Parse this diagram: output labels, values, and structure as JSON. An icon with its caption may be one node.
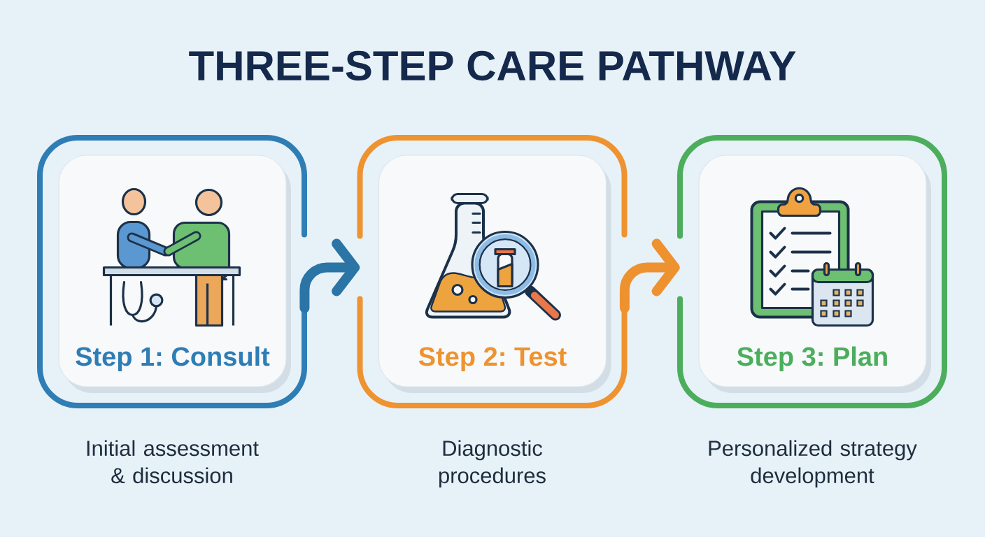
{
  "diagram": {
    "title": "THREE-STEP CARE PATHWAY",
    "nodes": [
      {
        "text": [],
        "shape": "box",
        "beside": [
          "Initial assessment & discussion"
        ]
      },
      {
        "text": [
          "Step 1: Consult"
        ],
        "in": 0
      },
      {
        "text": [],
        "shape": "box",
        "beside": [
          "Diagnostic procedures"
        ]
      },
      {
        "text": [
          "Step 2: Test"
        ],
        "in": 2
      },
      {
        "text": [],
        "shape": "box",
        "beside": [
          "Personalized strategy development"
        ]
      },
      {
        "text": [
          "Step 3: Plan"
        ],
        "in": 4
      }
    ],
    "edges": [
      {
        "from": 0,
        "to": 2,
        "arrow": "to",
        "color": "#2b74a6"
      },
      {
        "from": 2,
        "to": 4,
        "arrow": "to",
        "color": "#ee922f"
      }
    ]
  }
}
